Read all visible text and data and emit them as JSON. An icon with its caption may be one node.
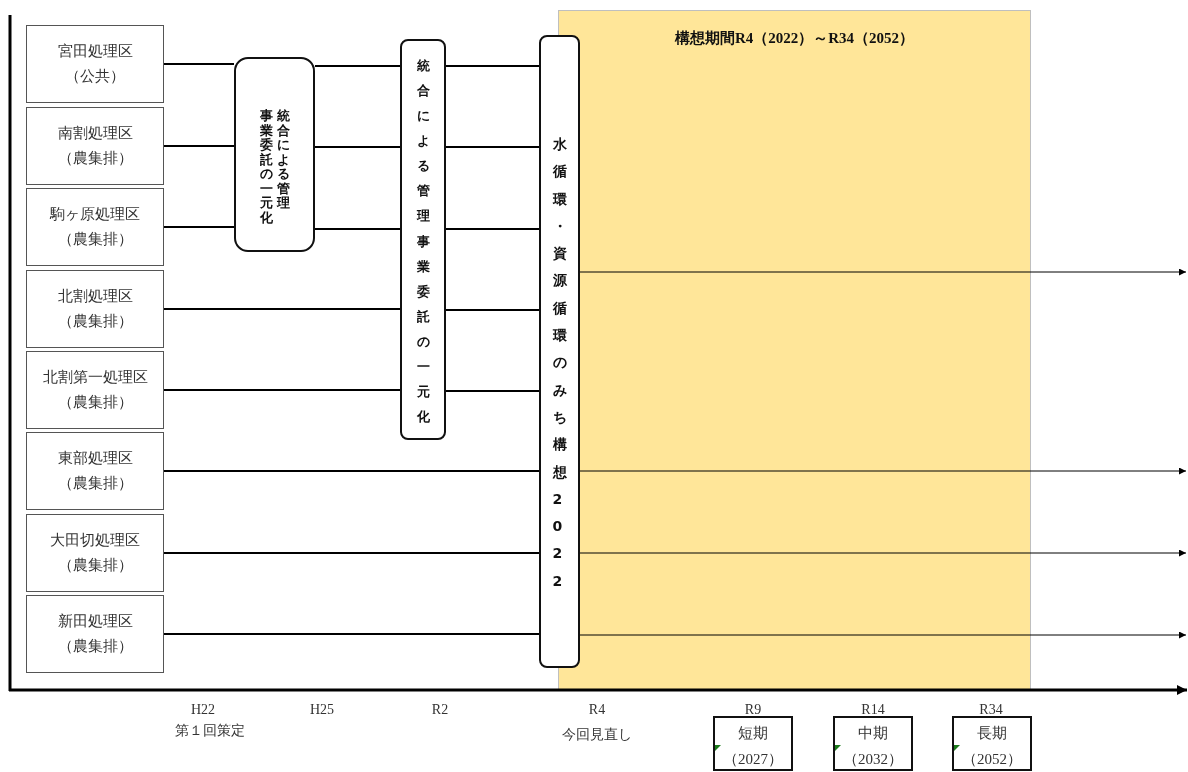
{
  "diagram": {
    "nodes": [
      {
        "text": [
          "宮田処理区",
          "（公共）"
        ]
      },
      {
        "text": [
          "南割処理区",
          "（農集排）"
        ]
      },
      {
        "text": [
          "駒ヶ原処理区",
          "（農集排）"
        ]
      },
      {
        "text": [
          "北割処理区",
          "（農集排）"
        ]
      },
      {
        "text": [
          "北割第一処理区",
          "（農集排）"
        ]
      },
      {
        "text": [
          "東部処理区",
          "（農集排）"
        ]
      },
      {
        "text": [
          "大田切処理区",
          "（農集排）"
        ]
      },
      {
        "text": [
          "新田処理区",
          "（農集排）"
        ]
      },
      {
        "text": [
          "統合による管理事業委託の一元化"
        ]
      },
      {
        "text": [
          "統合による管理事業委託の一元化"
        ]
      },
      {
        "text": [
          "水循環・資源循環のみち構想2022"
        ]
      },
      {
        "text": [
          "構想期間R4（2022）～R34（2052）"
        ]
      },
      {
        "text": [
          "短期",
          "（2027）"
        ]
      },
      {
        "text": [
          "中期",
          "（2032）"
        ]
      },
      {
        "text": [
          "長期",
          "（2052）"
        ]
      }
    ],
    "edges": [
      {
        "from": 0,
        "to": 8,
        "arrow": "none"
      },
      {
        "from": 1,
        "to": 8,
        "arrow": "none"
      },
      {
        "from": 2,
        "to": 8,
        "arrow": "none"
      },
      {
        "from": 8,
        "to": 9,
        "arrow": "none"
      },
      {
        "from": 8,
        "to": 9,
        "arrow": "none"
      },
      {
        "from": 8,
        "to": 9,
        "arrow": "none"
      },
      {
        "from": 3,
        "to": 9,
        "arrow": "none"
      },
      {
        "from": 4,
        "to": 9,
        "arrow": "none"
      },
      {
        "from": 9,
        "to": 10,
        "arrow": "none"
      },
      {
        "from": 9,
        "to": 10,
        "arrow": "none"
      },
      {
        "from": 9,
        "to": 10,
        "arrow": "none"
      },
      {
        "from": 9,
        "to": 10,
        "arrow": "none"
      },
      {
        "from": 9,
        "to": 10,
        "arrow": "none"
      },
      {
        "from": 5,
        "to": 10,
        "arrow": "none"
      },
      {
        "from": 6,
        "to": 10,
        "arrow": "none"
      },
      {
        "from": 7,
        "to": 10,
        "arrow": "none"
      },
      {
        "from": 10,
        "to": null,
        "arrow": "to"
      },
      {
        "from": 10,
        "to": null,
        "arrow": "to"
      },
      {
        "from": 10,
        "to": null,
        "arrow": "to"
      },
      {
        "from": 10,
        "to": null,
        "arrow": "to"
      }
    ],
    "labels": [
      "H22",
      "第１回策定",
      "H25",
      "R2",
      "R4",
      "今回見直し",
      "R9",
      "R14",
      "R34"
    ]
  }
}
